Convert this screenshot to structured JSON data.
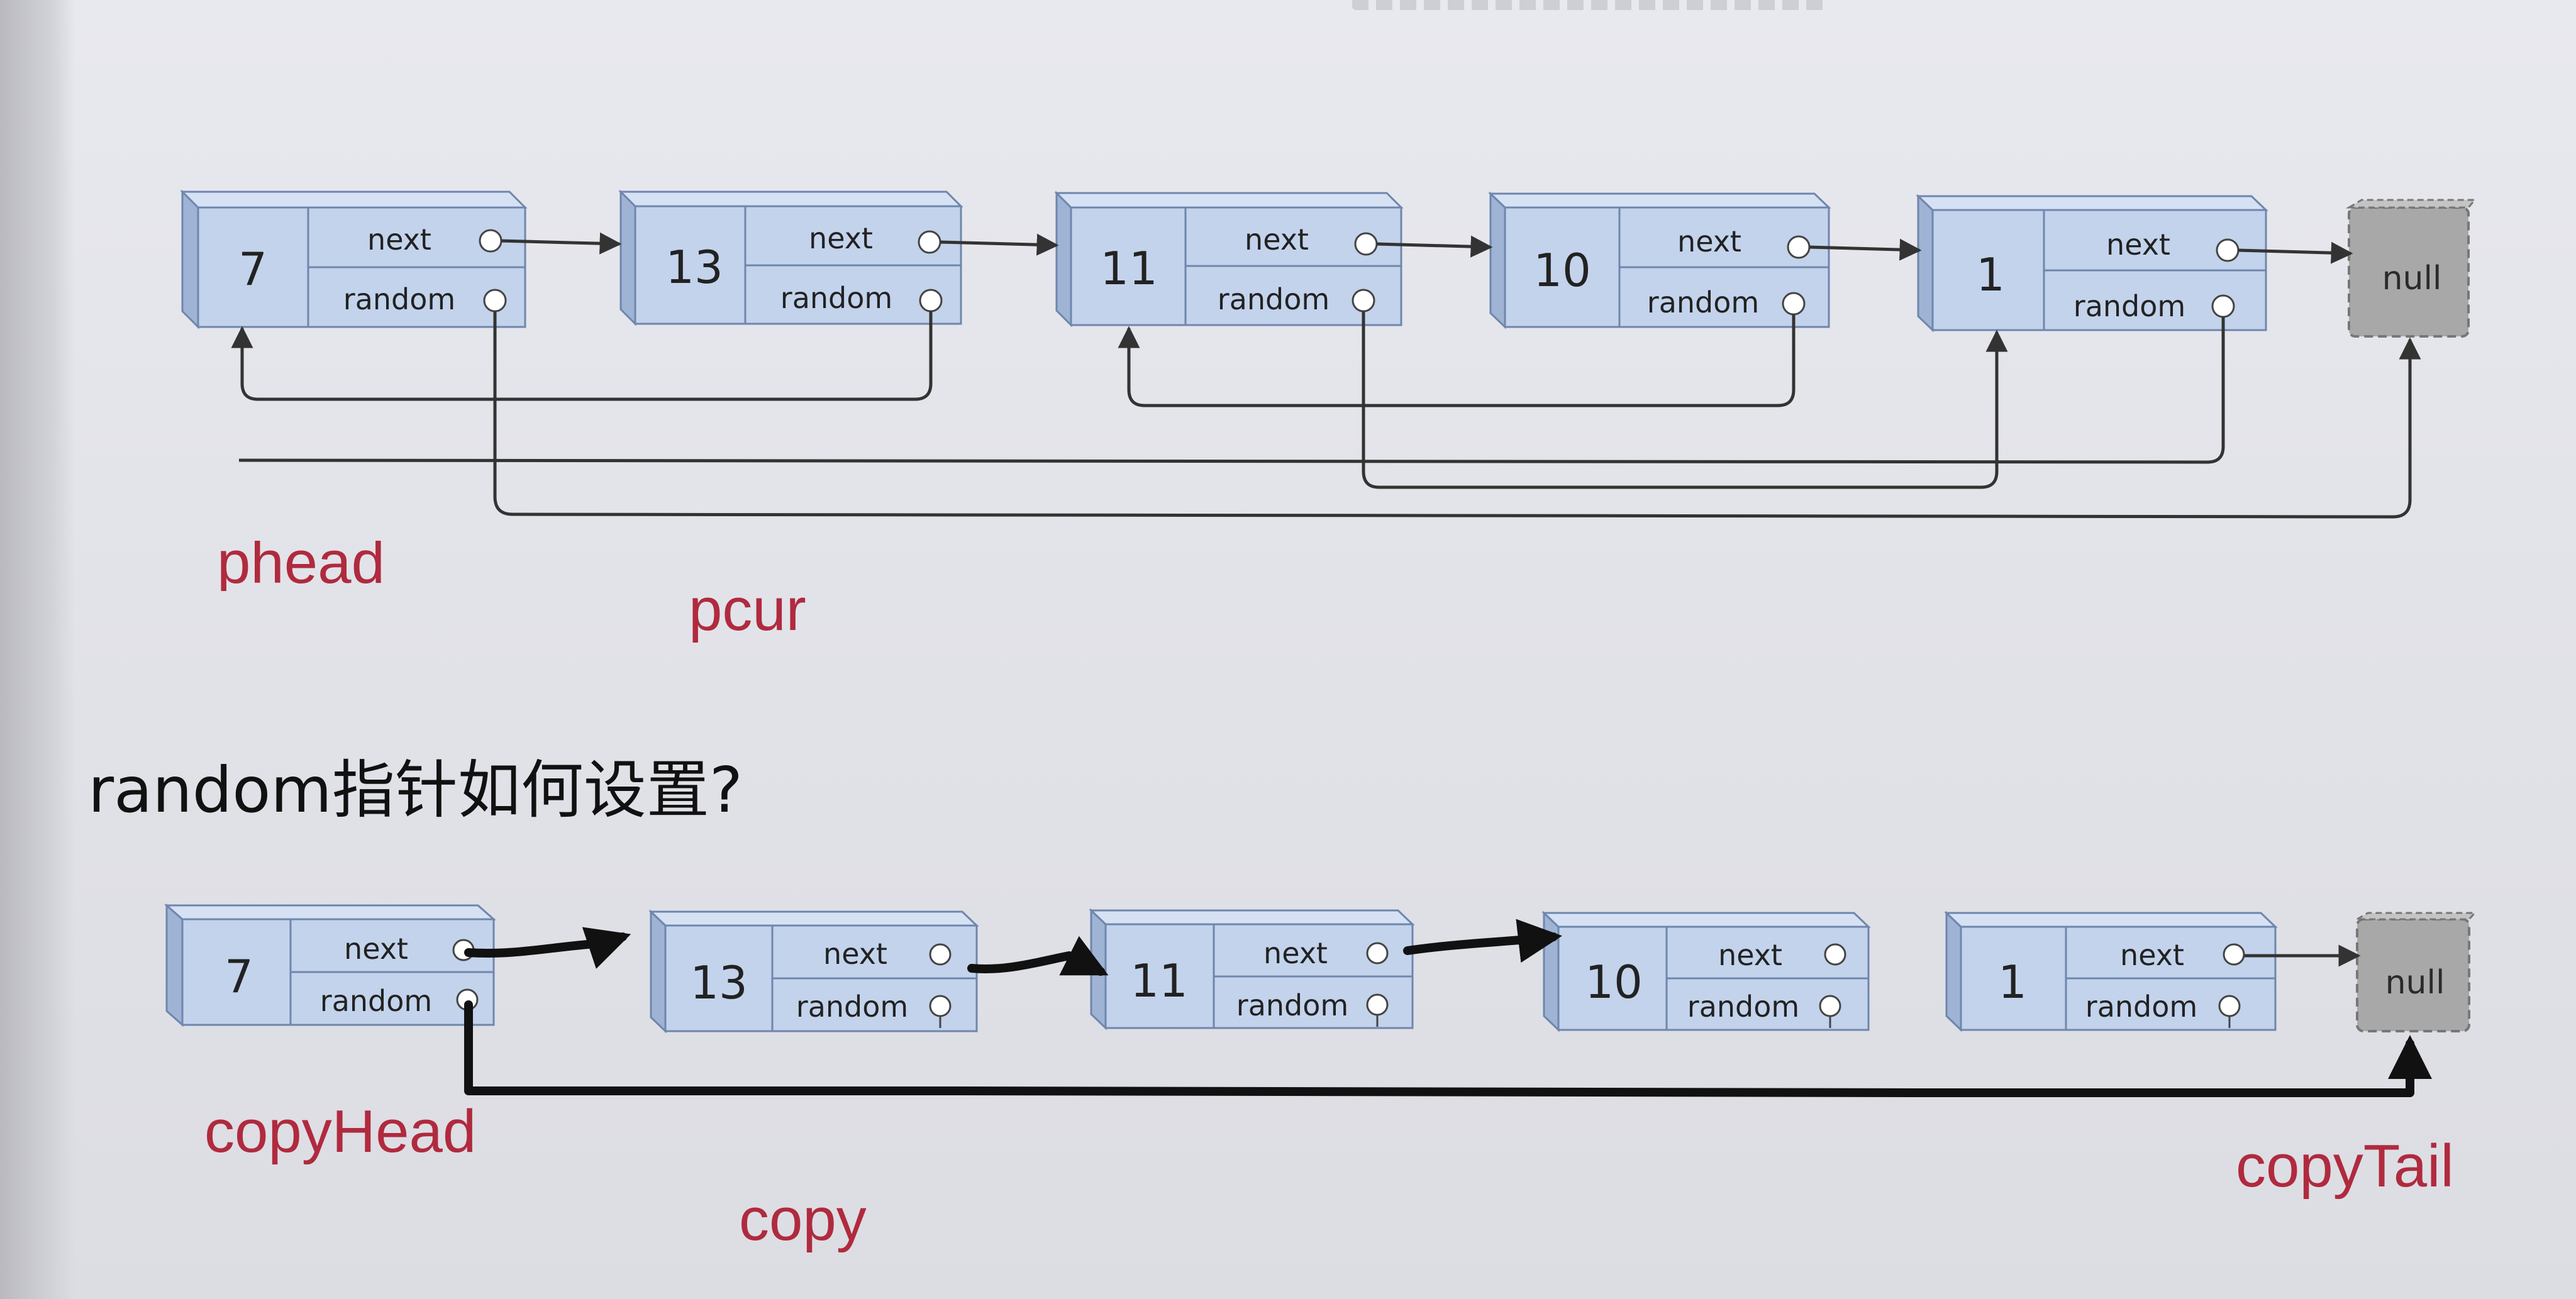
{
  "original_list": {
    "nodes": [
      {
        "value": "7",
        "next_label": "next",
        "random_label": "random"
      },
      {
        "value": "13",
        "next_label": "next",
        "random_label": "random"
      },
      {
        "value": "11",
        "next_label": "next",
        "random_label": "random"
      },
      {
        "value": "10",
        "next_label": "next",
        "random_label": "random"
      },
      {
        "value": "1",
        "next_label": "next",
        "random_label": "random"
      }
    ],
    "null_label": "null",
    "random_targets": [
      "null",
      "7",
      "1",
      "11",
      "7"
    ]
  },
  "labels": {
    "phead": "phead",
    "pcur": "pcur",
    "question": "random指针如何设置?",
    "copy_head": "copyHead",
    "copy": "copy",
    "copy_tail": "copyTail"
  },
  "copy_list": {
    "nodes": [
      {
        "value": "7",
        "next_label": "next",
        "random_label": "random"
      },
      {
        "value": "13",
        "next_label": "next",
        "random_label": "random"
      },
      {
        "value": "11",
        "next_label": "next",
        "random_label": "random"
      },
      {
        "value": "10",
        "next_label": "next",
        "random_label": "random"
      },
      {
        "value": "1",
        "next_label": "next",
        "random_label": "random"
      }
    ],
    "null_label": "null",
    "random_targets": [
      "null"
    ]
  },
  "colors": {
    "node_fill": "#c3d3ec",
    "node_dark": "#9fb3d4",
    "node_stroke": "#6f86ad",
    "arrow": "#333333",
    "label_red": "#b02a3e",
    "text": "#222222"
  }
}
